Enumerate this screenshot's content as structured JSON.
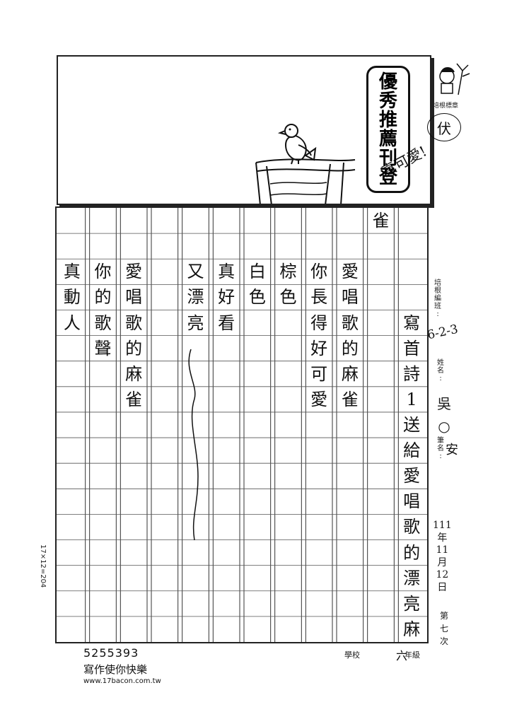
{
  "header": {
    "stamp_chars": [
      "優",
      "秀",
      "推",
      "薦",
      "刊",
      "登"
    ],
    "praise_note": "真可愛!",
    "logo_caption": "培根標章",
    "teacher_signature": "伏"
  },
  "side_info": {
    "class_label": [
      "培",
      "根",
      "編",
      "班",
      ":"
    ],
    "class_value": "6-2-3",
    "name_label": [
      "姓",
      "名",
      ":"
    ],
    "name_value": "吳○",
    "pen_label": [
      "筆",
      "名",
      ":"
    ],
    "pen_value": "安",
    "date_value": [
      "111",
      "年",
      "11",
      "月",
      "12",
      "日"
    ],
    "session_label": "第七次"
  },
  "columns": [
    {
      "chars": [
        "寫",
        "首",
        "詩",
        "1",
        "送",
        "給",
        "愛",
        "唱",
        "歌",
        "的",
        "漂",
        "亮",
        "麻"
      ]
    },
    {
      "chars": [
        "雀"
      ]
    },
    {
      "chars": [
        "愛",
        "唱",
        "歌",
        "的",
        "麻",
        "雀"
      ]
    },
    {
      "chars": [
        "你",
        "長",
        "得",
        "好",
        "可",
        "愛"
      ]
    },
    {
      "chars": [
        "棕",
        "色"
      ]
    },
    {
      "chars": [
        "白",
        "色"
      ]
    },
    {
      "chars": [
        "真",
        "好",
        "看"
      ]
    },
    {
      "chars": [
        "又",
        "漂",
        "亮"
      ]
    },
    {
      "chars": [
        "愛",
        "唱",
        "歌",
        "的",
        "麻",
        "雀"
      ]
    },
    {
      "chars": [
        "你",
        "的",
        "歌",
        "聲"
      ]
    },
    {
      "chars": [
        "真",
        "動",
        "人"
      ]
    }
  ],
  "grid_code": "17×12=204",
  "footer": {
    "number": "5255393",
    "slogan": "寫作使你快樂",
    "url": "www.17bacon.com.tw",
    "school_label": "學校",
    "grade_label": "年級",
    "grade_value": "六"
  }
}
